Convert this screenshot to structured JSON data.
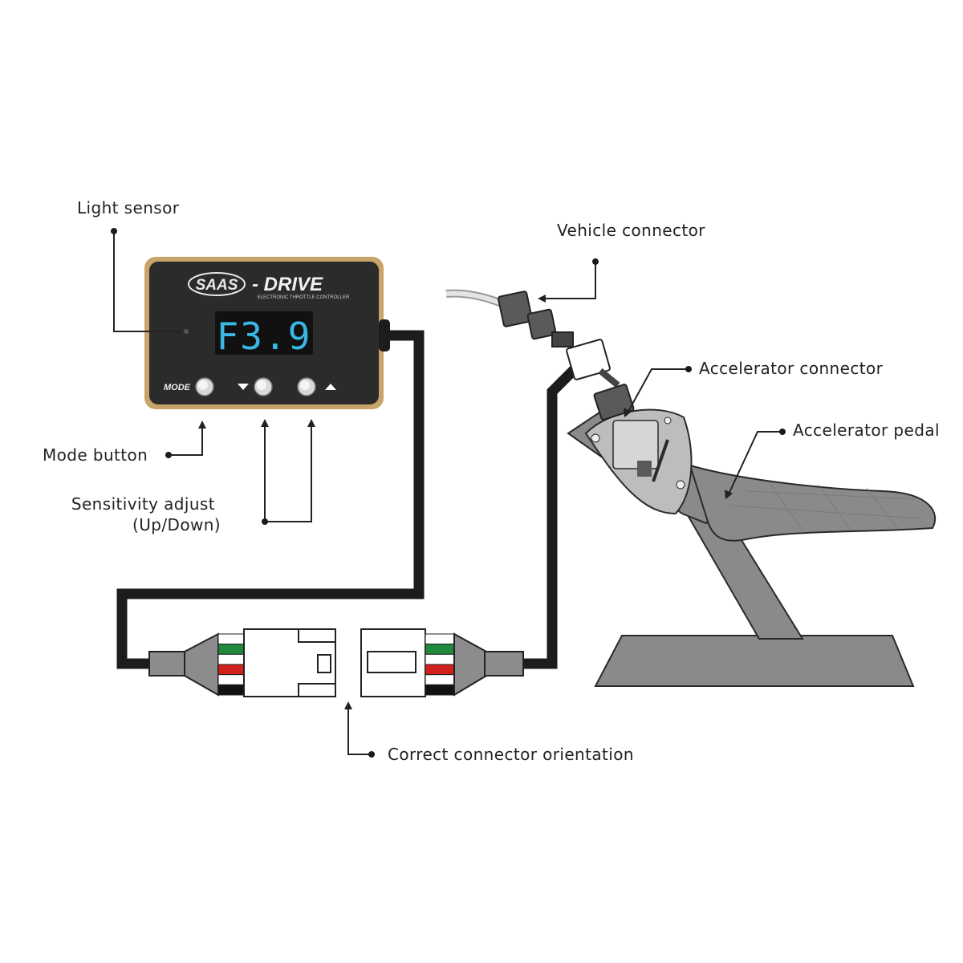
{
  "device": {
    "brand": "SAAS",
    "product": "- DRIVE",
    "tagline": "ELECTRONIC THROTTLE CONTROLLER",
    "display_value": "F3.9",
    "mode_label": "MODE",
    "colors": {
      "display": "#39b8e6",
      "bezel": "#c9a46a",
      "face": "#2b2b2b"
    }
  },
  "labels": {
    "light_sensor": "Light sensor",
    "mode_button": "Mode button",
    "sensitivity_line1": "Sensitivity adjust",
    "sensitivity_line2": "(Up/Down)",
    "vehicle_connector": "Vehicle connector",
    "accelerator_connector": "Accelerator connector",
    "accelerator_pedal": "Accelerator pedal",
    "connector_orientation": "Correct connector orientation"
  },
  "wire_colors": [
    "#ffffff",
    "#1f8a3c",
    "#ffffff",
    "#d0211d",
    "#ffffff",
    "#111111"
  ]
}
